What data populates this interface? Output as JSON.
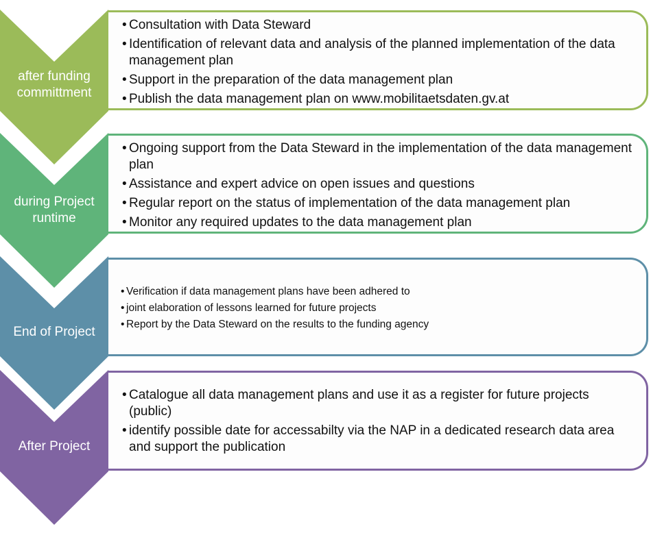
{
  "colors": {
    "stage1": "#9bbb59",
    "stage2": "#5fb47a",
    "stage3": "#5d8fa8",
    "stage4": "#8064a2"
  },
  "stages": [
    {
      "label": "after funding commitment",
      "label_display": "after funding\ncommittment",
      "items": [
        "Consultation with Data Steward",
        "Identification of relevant data and analysis of the planned implementation of the data management plan",
        "Support in the preparation of the data management plan",
        "Publish the data management plan on www.mobilitaetsdaten.gv.at"
      ]
    },
    {
      "label_display": "during Project\nruntime",
      "items": [
        "Ongoing support from the Data Steward in the implementation of the data management plan",
        "Assistance and expert advice on open issues and questions",
        "Regular report on the status of implementation of the data management plan",
        "Monitor any required updates to the data management plan"
      ]
    },
    {
      "label_display": "End of Project",
      "items": [
        "Verification if data management plans have been adhered to",
        "joint elaboration of lessons learned for future projects",
        "Report by the Data Steward on the results to the funding agency"
      ]
    },
    {
      "label_display": "After Project",
      "items": [
        "Catalogue all data management plans and use it as a register for future projects (public)",
        "identify possible date for accessabilty via the NAP in a dedicated research data area and support the publication"
      ]
    }
  ],
  "bullet": "•"
}
